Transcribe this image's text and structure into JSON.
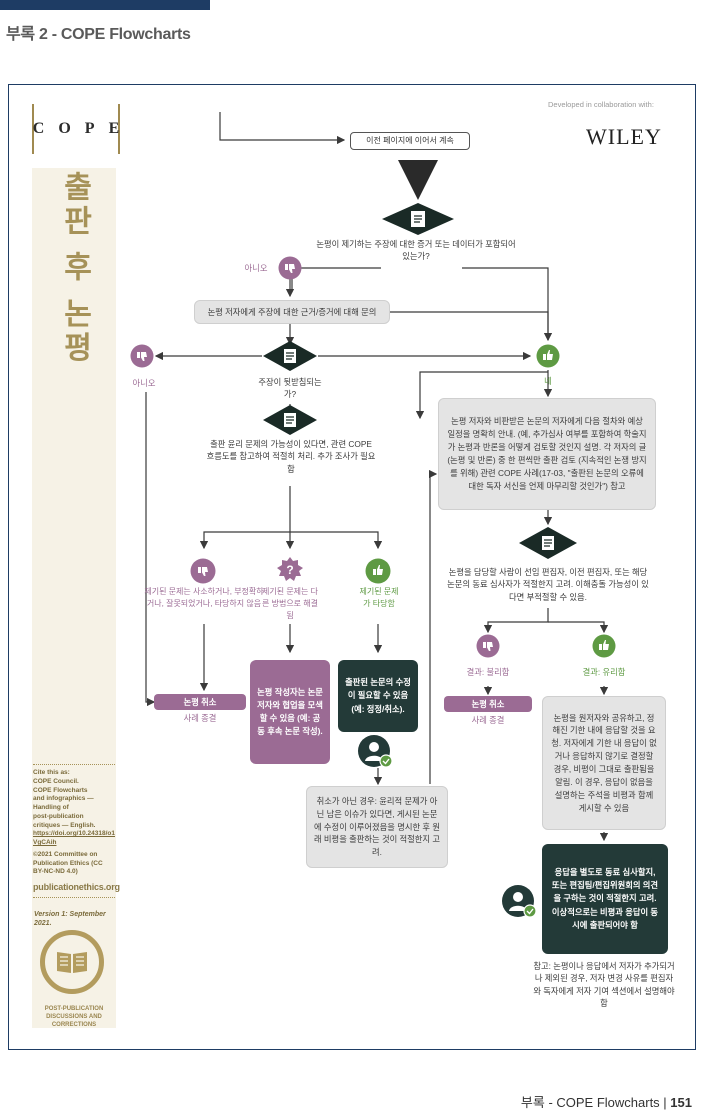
{
  "page": {
    "header": "부록 2 - COPE Flowcharts",
    "footer_prefix": "부록 - COPE Flowcharts | ",
    "footer_page": "151"
  },
  "logo": {
    "letters": [
      "C",
      "O",
      "P",
      "E"
    ]
  },
  "sidebar": {
    "title": "출판 후 논평",
    "cite_lines": [
      "Cite this as:",
      "COPE Council.",
      "COPE Flowcharts",
      "and infographics —",
      "Handling of",
      "post-publication",
      "critiques — English."
    ],
    "cite_link": "https://doi.org/10.24318/o1VgCAih",
    "copyright": "©2021 Committee on Publication Ethics (CC BY-NC-ND 4.0)",
    "site": "publicationethics.org",
    "version": "Version 1: September 2021.",
    "badge_caption": "POST-PUBLICATION DISCUSSIONS AND CORRECTIONS"
  },
  "partner": {
    "developed": "Developed in collaboration with:",
    "name": "WILEY"
  },
  "flow": {
    "start": "이전 페이지에 이어서 계속",
    "q1": "논평이 제기하는 주장에 대한 증거 또는 데이터가 포함되어 있는가?",
    "no1": "아니오",
    "ask_author": "논평 저자에게 주장에 대한 근거/증거에 대해 문의",
    "q2": "주장이 뒷받침되는가?",
    "no2": "아니오",
    "yes2": "네",
    "q3": "출판 윤리 문제의 가능성이 있다면, 관련 COPE 흐름도를 참고하여 적절히 처리. 추가 조사가 필요함",
    "branch_a": "제기된 문제는 사소하거나, 부정확하거나, 잘못되었거나, 타당하지 않음",
    "branch_b": "제기된 문제는 다른 방법으로 해결됨",
    "branch_c": "제기된 문제가 타당함",
    "cancel_left": "논평 취소",
    "case_closed_left": "사례 종결",
    "box_collab": "논평 작성자는 논문 저자와 협업을 모색할 수 있음 (예: 공동 후속 논문 작성).",
    "box_correction": "출판된 논문의 수정이 필요할 수 있음 (예: 정정/취소).",
    "box_retract_note": "취소가 아닌 경우: 윤리적 문제가 아닌 남은 이슈가 있다면, 게시된 논문에 수정이 이루어졌음을 명시한 후 원래 비평을 출판하는 것이 적절한지 고려.",
    "box_process": "논평 저자와 비판받은 논문의 저자에게 다음 절차와 예상 일정을 명확히 안내. (예, 추가심사 여부를 포함하여 학술지가 논평과 반론을 어떻게 검토할 것인지 설명. 각 저자의 글(논평 및 반론) 중 한 편씩만 출판 검토 (지속적인 논쟁 방지를 위해) 관련 COPE 사례(17-03, \"출판된 논문의 오류에 대한 독자 서신을 언제 마무리할 것인가\") 참고",
    "q4": "논평을 담당할 사람이 선임 편집자, 이전 편집자, 또는 해당 논문의 동료 심사자가 적절한지 고려. 이해충돌 가능성이 있다면 부적절할 수 있음.",
    "result_bad": "결과: 불리함",
    "result_good": "결과: 유리함",
    "cancel_right": "논평 취소",
    "case_closed_right": "사례 종결",
    "box_share": "논평을 원저자와 공유하고, 정해진 기한 내에 응답할 것을 요청. 저자에게 기한 내 응답이 없거나 응답하지 않기로 결정할 경우, 비평이 그대로 출판됨을 알림. 이 경우, 응답이 없음을 설명하는 주석을 비평과 함께 게시할 수 있음",
    "box_peer": "응답을 별도로 동료 심사할지, 또는 편집팀/편집위원회의 의견을 구하는 것이 적절한지 고려. 이상적으로는 비평과 응답이 동시에 출판되어야 함",
    "note": "참고: 논평이나 응답에서 저자가 추가되거나 제외된 경우, 저자 변경 사유를 편집자와 독자에게 저자 기여 섹션에서 설명해야 함"
  },
  "icons": {
    "thumbs_down_color": "#9b6b94",
    "thumbs_up_color": "#5e9a43",
    "decision_color": "#1a2a26",
    "person_color": "#233a38"
  }
}
